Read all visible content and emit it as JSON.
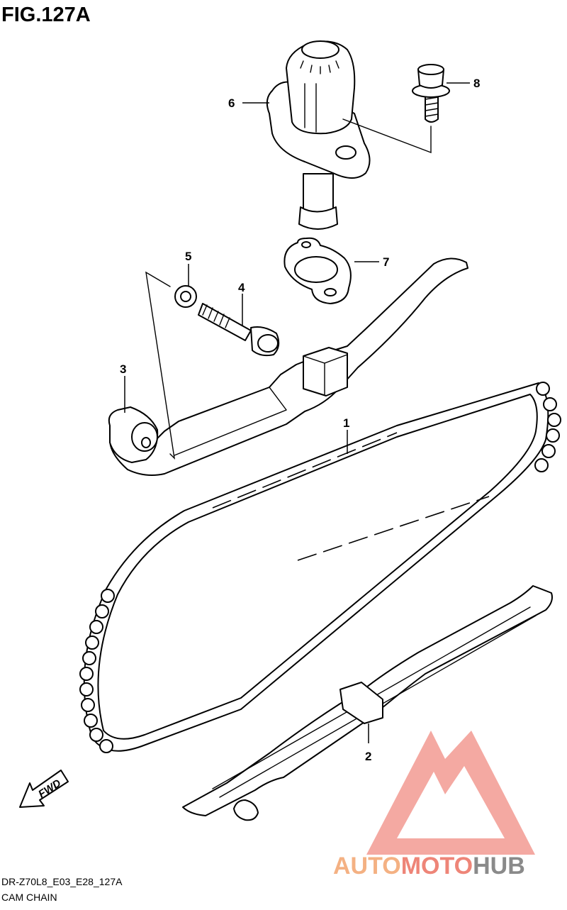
{
  "figure": {
    "title": "FIG.127A"
  },
  "callouts": [
    {
      "id": "c1",
      "label": "1"
    },
    {
      "id": "c2",
      "label": "2"
    },
    {
      "id": "c3",
      "label": "3"
    },
    {
      "id": "c4",
      "label": "4"
    },
    {
      "id": "c5",
      "label": "5"
    },
    {
      "id": "c6",
      "label": "6"
    },
    {
      "id": "c7",
      "label": "7"
    },
    {
      "id": "c8",
      "label": "8"
    }
  ],
  "direction_marker": {
    "label": "FWD",
    "icon": "arrow-fwd-icon"
  },
  "footer": {
    "code": "DR-Z70L8_E03_E28_127A",
    "caption": "CAM CHAIN"
  },
  "watermark": {
    "parts": [
      "AUTO",
      "MOTO",
      "HUB"
    ],
    "colors": {
      "auto": "#f4b183",
      "moto": "#ee8578",
      "hub": "#8a8a8a",
      "logo": "#f29a92"
    }
  }
}
